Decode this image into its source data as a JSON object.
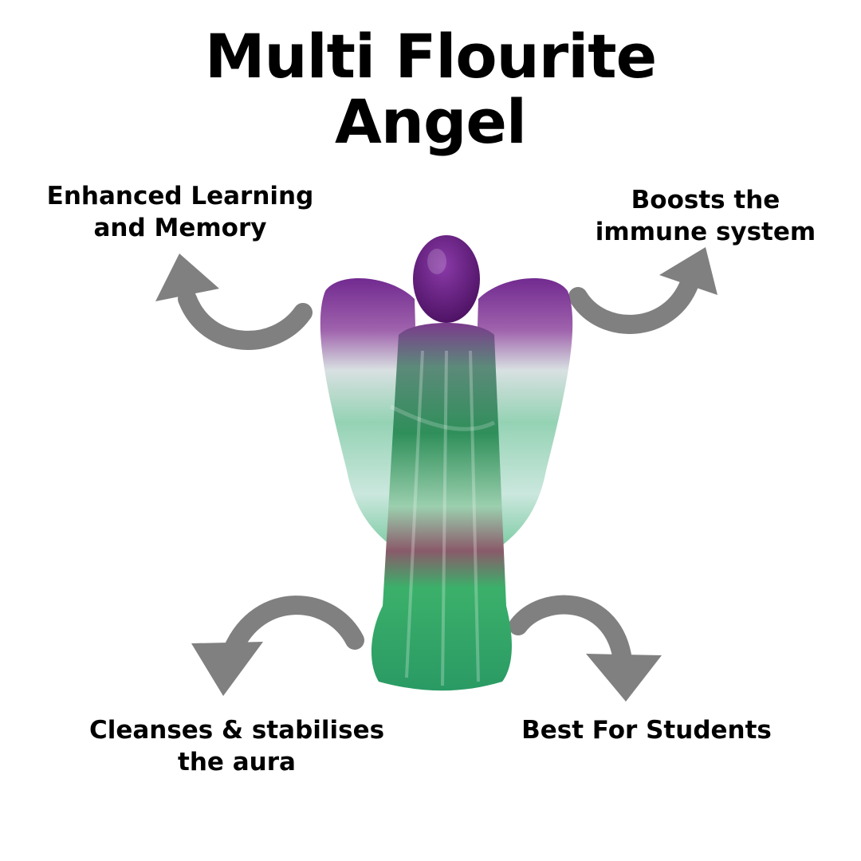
{
  "title": {
    "line1": "Multi Flourite",
    "line2": "Angel"
  },
  "benefits": {
    "top_left": {
      "line1": "Enhanced Learning",
      "line2": "and Memory"
    },
    "top_right": {
      "line1": "Boosts the",
      "line2": "immune system"
    },
    "bottom_left": {
      "line1": "Cleanses & stabilises",
      "line2": "the aura"
    },
    "bottom_right": {
      "line1": "Best For Students"
    }
  },
  "colors": {
    "text": "#000000",
    "arrow": "#808080",
    "background": "#ffffff",
    "crystal_purple": "#6a1f8a",
    "crystal_green": "#2fae6a"
  },
  "icons": {
    "arrow_shape": "curved-arrow-icon",
    "figure": "fluorite-angel-figure"
  }
}
